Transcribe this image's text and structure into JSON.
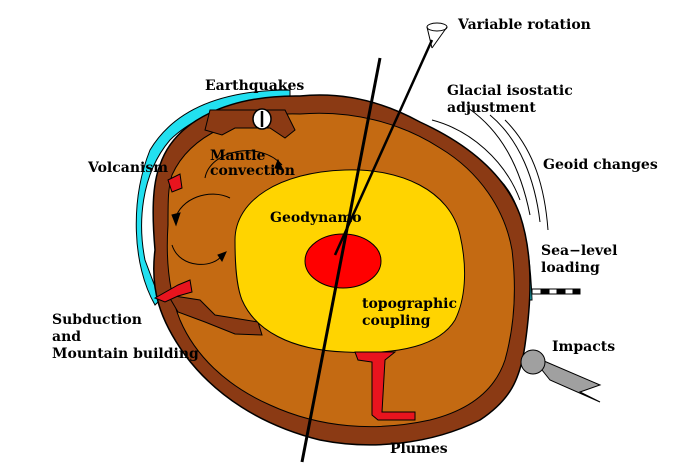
{
  "diagram": {
    "labels": {
      "variable_rotation": "Variable rotation",
      "earthquakes": "Earthquakes",
      "glacial_line1": "Glacial isostatic",
      "glacial_line2": "adjustment",
      "volcanism": "Volcanism",
      "mantle_line1": "Mantle",
      "mantle_line2": "convection",
      "geoid_changes": "Geoid changes",
      "geodynamo": "Geodynamo",
      "sealevel_line1": "Sea−level",
      "sealevel_line2": "loading",
      "topo_line1": "topographic",
      "topo_line2": "coupling",
      "subduction_line1": "Subduction",
      "subduction_line2": "and",
      "subduction_line3": "Mountain building",
      "impacts": "Impacts",
      "plumes": "Plumes"
    },
    "colors": {
      "crust": "#8b3a14",
      "mantle": "#c46a12",
      "outer_core": "#ffd400",
      "inner_core": "#ff0000",
      "ocean": "#22e0f0",
      "plume": "#e8141e",
      "impactor": "#a0a0a0"
    }
  }
}
